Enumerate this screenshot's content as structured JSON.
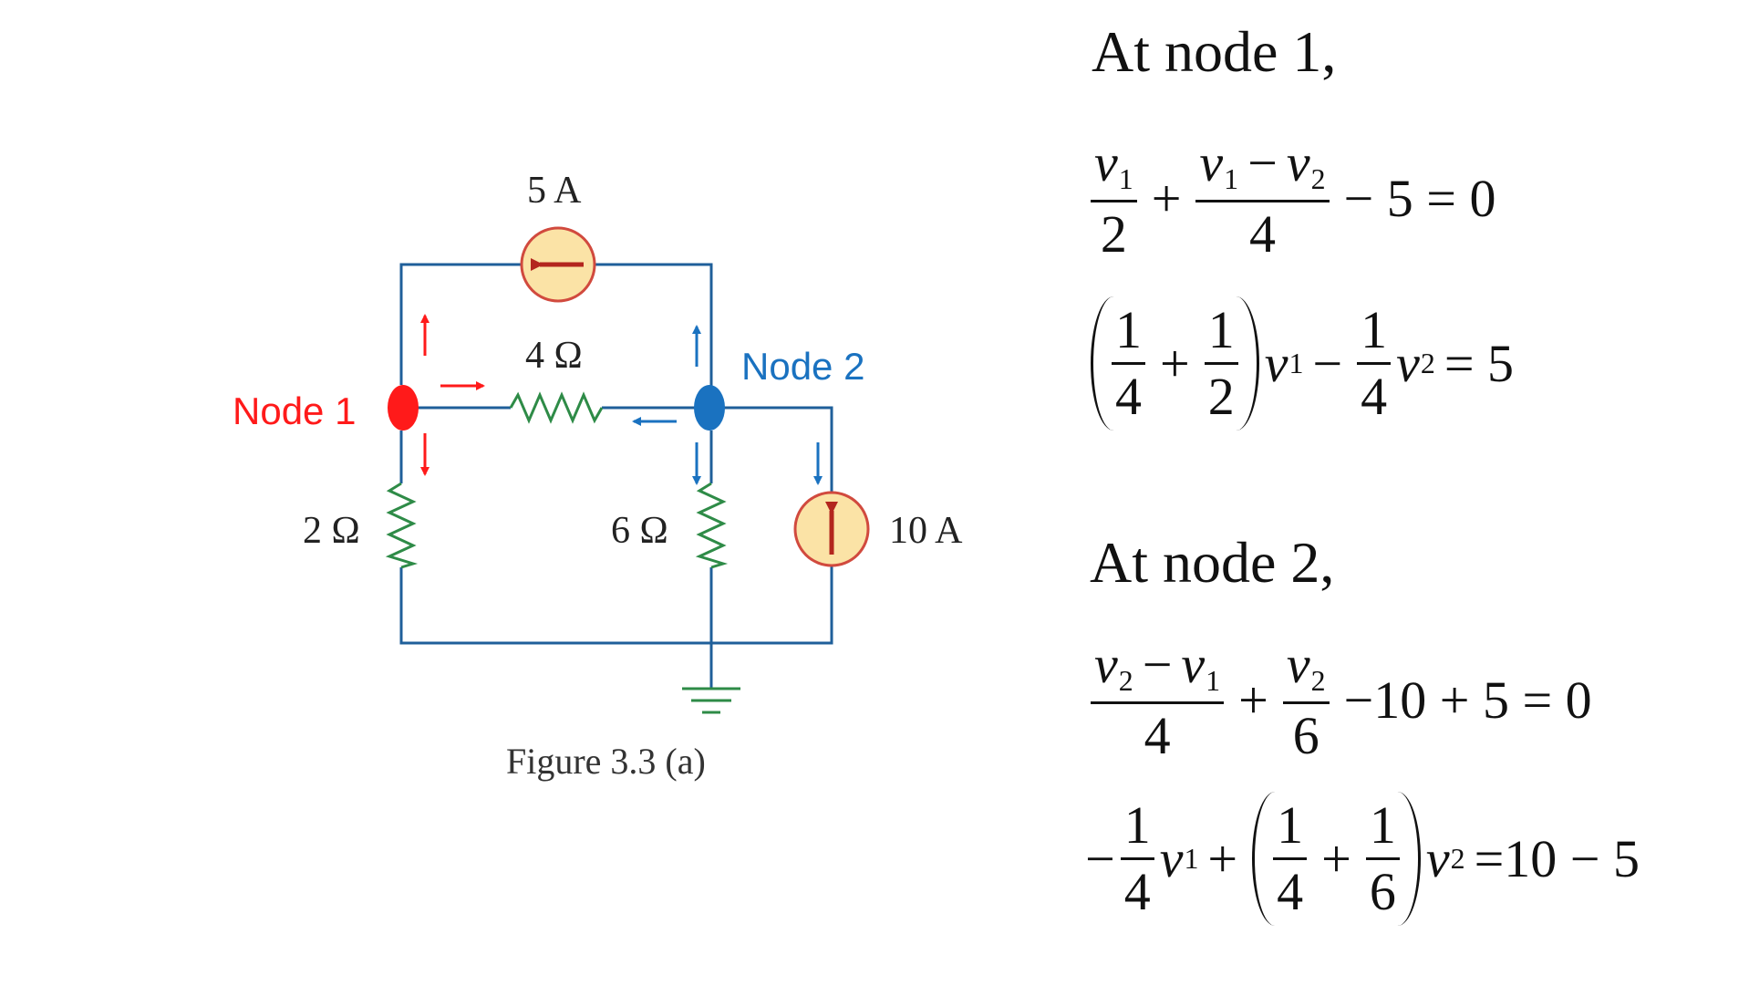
{
  "circuit": {
    "node1_label": "Node 1",
    "node2_label": "Node 2",
    "source_top_label": "5 A",
    "source_right_label": "10 A",
    "r_mid_label": "4 Ω",
    "r_left_label": "2 Ω",
    "r_center_label": "6 Ω",
    "caption": "Figure 3.3 (a)"
  },
  "colors": {
    "wire": "#1f5f9a",
    "resistor": "#2e8b47",
    "node1": "#ff1a1a",
    "node2": "#1a72c0",
    "source_fill": "#fbe3a6",
    "source_ring": "#d14a3e",
    "source_arrow": "#b3261e"
  },
  "math": {
    "heading1": "At node 1,",
    "heading2": "At node 2,",
    "eq1": {
      "t1_num_v": "v",
      "t1_num_s": "1",
      "t1_den": "2",
      "plus": "+",
      "t2_num_a": "v",
      "t2_num_as": "1",
      "t2_minus": "−",
      "t2_num_b": "v",
      "t2_num_bs": "2",
      "t2_den": "4",
      "tail": "− 5 = 0"
    },
    "eq2": {
      "f1_num": "1",
      "f1_den": "4",
      "plus": "+",
      "f2_num": "1",
      "f2_den": "2",
      "va": "v",
      "vas": "1",
      "minus": "−",
      "f3_num": "1",
      "f3_den": "4",
      "vb": "v",
      "vbs": "2",
      "tail": "= 5"
    },
    "eq3": {
      "t1_num_a": "v",
      "t1_num_as": "2",
      "t1_minus": "−",
      "t1_num_b": "v",
      "t1_num_bs": "1",
      "t1_den": "4",
      "plus": "+",
      "t2_num_v": "v",
      "t2_num_s": "2",
      "t2_den": "6",
      "tail": "−10 + 5 = 0"
    },
    "eq4": {
      "lead": "−",
      "f1_num": "1",
      "f1_den": "4",
      "va": "v",
      "vas": "1",
      "plus1": "+",
      "f2_num": "1",
      "f2_den": "4",
      "plus2": "+",
      "f3_num": "1",
      "f3_den": "6",
      "vb": "v",
      "vbs": "2",
      "tail": "=10 − 5"
    }
  }
}
